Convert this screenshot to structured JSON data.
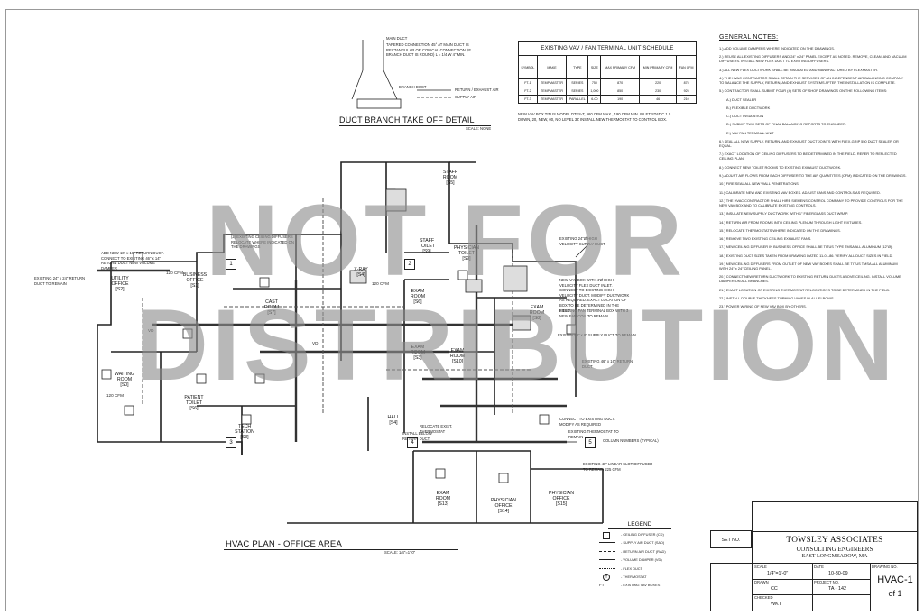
{
  "detail": {
    "title": "DUCT BRANCH TAKE OFF DETAIL",
    "scale": "SCALE: NONE",
    "main_duct": "MAIN DUCT",
    "tapered": "TAPERED CONNECTION 45° AT MAIN DUCT IS",
    "tapered2": "RECTANGULAR OR CONICAL CONNECTION (IF",
    "tapered3": "BRANCH DUCT IS ROUND) L = 1/4 W 4\" MIN.",
    "branch": "BRANCH DUCT",
    "return": "RETURN / EXHAUST AIR",
    "supply": "SUPPLY AIR"
  },
  "schedule": {
    "title": "EXISTING VAV / FAN TERMINAL UNIT SCHEDULE",
    "headers": [
      "SYMBOL",
      "MAKE",
      "TYPE",
      "SIZE",
      "MAX PRIMARY CFM",
      "MIN PRIMARY CFM",
      "FAN CFM"
    ],
    "rows": [
      [
        "FT-1",
        "TEMPMASTER",
        "SERIES",
        "750",
        "870",
        "220",
        "875"
      ],
      [
        "FT-2",
        "TEMPMASTER",
        "SERIES",
        "1,000",
        "850",
        "230",
        "925"
      ],
      [
        "FT-3",
        "TEMPMASTER",
        "PARALLEL",
        "6-00",
        "190",
        "46",
        "210"
      ]
    ],
    "note1": "NEW VAV BOX TITUS MODEL DTFS-T, 660 CFM MAX., 190 CFM MIN. INLET STATIC 1.0",
    "note2": "DOWN, 20, NEW, 00, NO LEVEL 3Z INSTALL NEW THERMOSTAT TO CONTROL BOX."
  },
  "notes": {
    "title": "GENERAL NOTES:",
    "items": [
      "1.) ADD VOLUME DAMPERS WHERE INDICATED ON THE DRAWINGS.",
      "2.) REUSE ALL EXISTING DIFFUSERS AND 24\" x 24\" PANEL EXCEPT AS NOTED. REMOVE, CLEAN, AND VACUUM DIFFUSERS. INSTALL NEW FLEX DUCT TO EXISTING DIFFUSERS.",
      "3.) ALL NEW FLEX DUCTWORK SHALL BE INSULATED AND MANUFACTURED BY FLEXMASTER.",
      "4.) THE HVAC CONTRACTOR SHALL RETAIN THE SERVICES OF AN INDEPENDENT AIR BALANCING COMPANY TO BALANCE THE SUPPLY, RETURN, AND EXHAUST SYSTEMS AFTER THE INSTALLATION IS COMPLETE.",
      "5.) CONTRACTOR SHALL SUBMIT FOUR (4) SETS OF SHOP DRAWINGS ON THE FOLLOWING ITEMS:",
      "A.) DUCT SEALER",
      "B.) FLEXIBLE DUCTWORK",
      "C.) DUCT INSULATION",
      "D.) SUBMIT TWO SETS OF FINAL BALANCING REPORTS TO ENGINEER.",
      "E.) VAV FAN TERMINAL UNIT",
      "6.) SEAL ALL NEW SUPPLY, RETURN, AND EXHAUST DUCT JOINTS WITH FLEX-GRIP 550 DUCT SEALER OR EQUAL.",
      "7.) EXACT LOCATION OF CEILING DIFFUSERS TO BE DETERMINED IN THE FIELD. REFER TO REFLECTED CEILING PLAN.",
      "8.) CONNECT NEW TOILET ROOMS TO EXISTING EXHAUST DUCTWORK.",
      "9.) ADJUST AIR FLOWS FROM EACH DIFFUSER TO THE AIR QUANTITIES (CFM) INDICATED ON THE DRAWINGS.",
      "10.) FIRE SEAL ALL NEW WALL PENETRATIONS.",
      "11.) CALIBRATE NEW AND EXISTING VAV BOXES. ADJUST FANS AND CONTROLS AS REQUIRED.",
      "12.) THE HVAC CONTRACTOR SHALL HIRE SIEMENS CONTROL COMPANY TO PROVIDE CONTROLS FOR THE NEW VAV BOX AND TO CALIBRATE EXISTING CONTROLS.",
      "13.) INSULATE NEW SUPPLY DUCTWORK WITH 1\" FIBERGLASS DUCT WRAP.",
      "14.) RETURN AIR FROM ROOMS INTO CEILING PLENUM THROUGH LIGHT FIXTURES.",
      "15.) RELOCATE THERMOSTATS WHERE INDICATED ON THE DRAWINGS.",
      "16.) REMOVE TWO EXISTING CEILING EXHAUST FANS.",
      "17.) NEW CEILING DIFFUSER IN BUSINESS OFFICE SHALL BE TITUS TYPE TMSA ALL ALUMINUM (12\"Ø).",
      "18.) EXISTING DUCT SIZES TAKEN FROM DRAWING DATED 11-01-86. VERIFY ALL DUCT SIZES IN FIELD.",
      "19.) NEW CEILING DIFFUSERS FROM OUTLET OF NEW VAV BOXES SHALL BE TITUS TMSA ALL ALUMINUM WITH 24\" x 24\" CEILING PANEL.",
      "20.) CONNECT NEW RETURN DUCTWORK TO EXISTING RETURN DUCTS ABOVE CEILING. INSTALL VOLUME DAMPER ON ALL BRANCHES.",
      "21.) EXACT LOCATION OF EXISTING THERMOSTAT RELOCATIONS TO BE DETERMINED IN THE FIELD.",
      "22.) INSTALL DOUBLE THICKNESS TURNING VANES IN ALL ELBOWS.",
      "23.) POWER WIRING OF NEW VAV BOX BY OTHERS."
    ]
  },
  "plan": {
    "title": "HVAC PLAN - OFFICE AREA",
    "scale": "SCALE: 1/4\"=1'-0\"",
    "rooms": [
      {
        "name": "STAFF ROOM",
        "num": "[S5]"
      },
      {
        "name": "STAFF TOILET",
        "num": "[S9]"
      },
      {
        "name": "PHYSICIAN TOILET",
        "num": "[S9]"
      },
      {
        "name": "X-RAY",
        "num": "[S4]"
      },
      {
        "name": "UTILITY OFFICE",
        "num": "[S2]"
      },
      {
        "name": "BUSINESS OFFICE",
        "num": "[S1]"
      },
      {
        "name": "CAST ROOM",
        "num": "[S7]"
      },
      {
        "name": "EXAM ROOM",
        "num": "[S6]"
      },
      {
        "name": "EXAM ROOM",
        "num": "[S8]"
      },
      {
        "name": "EXAM ROOM",
        "num": "[S3]"
      },
      {
        "name": "EXAM ROOM",
        "num": "[S10]"
      },
      {
        "name": "WAITING ROOM",
        "num": "[S0]"
      },
      {
        "name": "PATIENT TOILET",
        "num": "[S6]"
      },
      {
        "name": "TECH STATION",
        "num": "[S3]"
      },
      {
        "name": "HALL",
        "num": "[S4]"
      },
      {
        "name": "EXAM ROOM",
        "num": "[S13]"
      },
      {
        "name": "PHYSICIAN OFFICE",
        "num": "[S14]"
      },
      {
        "name": "PHYSICIAN OFFICE",
        "num": "[S15]"
      }
    ],
    "columns": [
      "1",
      "2",
      "3",
      "4",
      "5"
    ],
    "labels": {
      "existing_return": "EXISTING 24\" x 24\" RETURN DUCT TO REMAIN",
      "relocate_diff": "(2) EXISTING CEILING DIFFUSERS RELOCATE WHERE INDICATED ON THE DRAWINGS",
      "add_return": "ADD NEW 10\" x 10\" RETURN DUCT. CONNECT TO EXISTING 46\" x 14\" RETURN DUCT NEW VOLUME DAMPER",
      "existing_supply": "EXISTING 8\" x 8\" SUPPLY DUCT TO REMAIN",
      "existing_return2": "EXISTING 46\" x 16\" RETURN DUCT",
      "new_vav": "NEW VAV BOX WITH 4'Ø HIGH VELOCITY FLEX DUCT INLET. CONNECT TO EXISTING HIGH VELOCITY DUCT. MODIFY DUCTWORK AS REQUIRED. EXACT LOCATION OF BOX TO BE DETERMINED IN THE FIELD.",
      "existing_fan": "EXISTING FAN TERMINAL BOX WITH 3 NEW FAN COIL TO REMAIN",
      "connect_existing": "CONNECT TO EXISTING DUCT. MODIFY AS REQUIRED",
      "existing_thermo": "EXISTING THERMOSTAT TO REMAIN",
      "column_num": "COLUMN NUMBERS (TYPICAL)",
      "existing_slot": "EXISTING 48\" LINEAR SLOT DIFFUSER TO REMAIN 225 CFM",
      "hv_supply": "EXISTING 24\"Ø HIGH VELOCITY SUPPLY DUCT",
      "relocate_exist": "RELOCATE EXIST. THERMOSTAT",
      "install_below": "INSTALL BELOW RETURN DUCT",
      "cfm": "120 CFM",
      "vd": "VD"
    }
  },
  "legend": {
    "title": "LEGEND",
    "items": [
      "CEILING DIFFUSER (CD)",
      "SUPPLY AIR DUCT (SAD)",
      "RETURN AIR DUCT (RAD)",
      "VOLUME DAMPER (VD)",
      "FLEX DUCT",
      "THERMOSTAT",
      "EXISTING VAV BOXES"
    ],
    "symbols": [
      "T",
      "FT"
    ]
  },
  "title_block": {
    "set_no": "SET NO.",
    "company": "TOWSLEY ASSOCIATES",
    "subtitle": "CONSULTING ENGINEERS",
    "location": "EAST LONGMEADOW, MA",
    "scale_label": "SCALE",
    "scale": "1/4\"=1'-0\"",
    "date_label": "DATE",
    "date": "10-30-09",
    "drawn_label": "DRAWN",
    "drawn": "CC",
    "project_label": "PROJECT NO.",
    "project": "TA - 142",
    "checked_label": "CHECKED",
    "checked": "WKT",
    "drawing_label": "DRAWING NO.",
    "sheet": "HVAC-1",
    "of": "of 1"
  },
  "watermark": {
    "line1": "NOT FOR",
    "line2": "DISTRIBUTION"
  }
}
